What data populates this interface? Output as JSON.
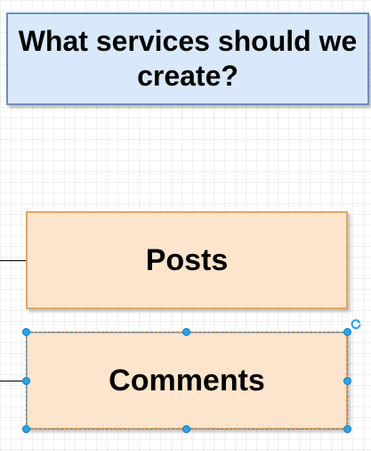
{
  "diagram": {
    "title": "What services should we create?",
    "services": [
      {
        "label": "Posts"
      },
      {
        "label": "Comments"
      }
    ],
    "selected_service": "Comments",
    "colors": {
      "title_fill": "#dae8fc",
      "title_stroke": "#6c8ebf",
      "service_fill": "#fde4cc",
      "service_stroke": "#e0a468",
      "selection": "#29a4e8"
    }
  }
}
